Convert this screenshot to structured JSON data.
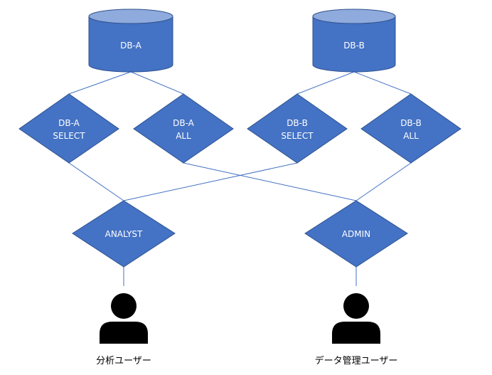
{
  "colors": {
    "node_fill": "#4472c4",
    "node_stroke": "#2f528f",
    "cylinder_top": "#8faadc",
    "edge": "#4472c4",
    "text": "#ffffff",
    "user_icon": "#000000",
    "label_text": "#000000"
  },
  "databases": {
    "db_a": {
      "label": "DB-A"
    },
    "db_b": {
      "label": "DB-B"
    }
  },
  "roles": {
    "db_a_select": {
      "line1": "DB-A",
      "line2": "SELECT"
    },
    "db_a_all": {
      "line1": "DB-A",
      "line2": "ALL"
    },
    "db_b_select": {
      "line1": "DB-B",
      "line2": "SELECT"
    },
    "db_b_all": {
      "line1": "DB-B",
      "line2": "ALL"
    }
  },
  "groups": {
    "analyst": {
      "label": "ANALYST"
    },
    "admin": {
      "label": "ADMIN"
    }
  },
  "users": {
    "analysis_user": {
      "label": "分析ユーザー",
      "icon": "person-icon"
    },
    "data_admin_user": {
      "label": "データ管理ユーザー",
      "icon": "person-icon"
    }
  }
}
